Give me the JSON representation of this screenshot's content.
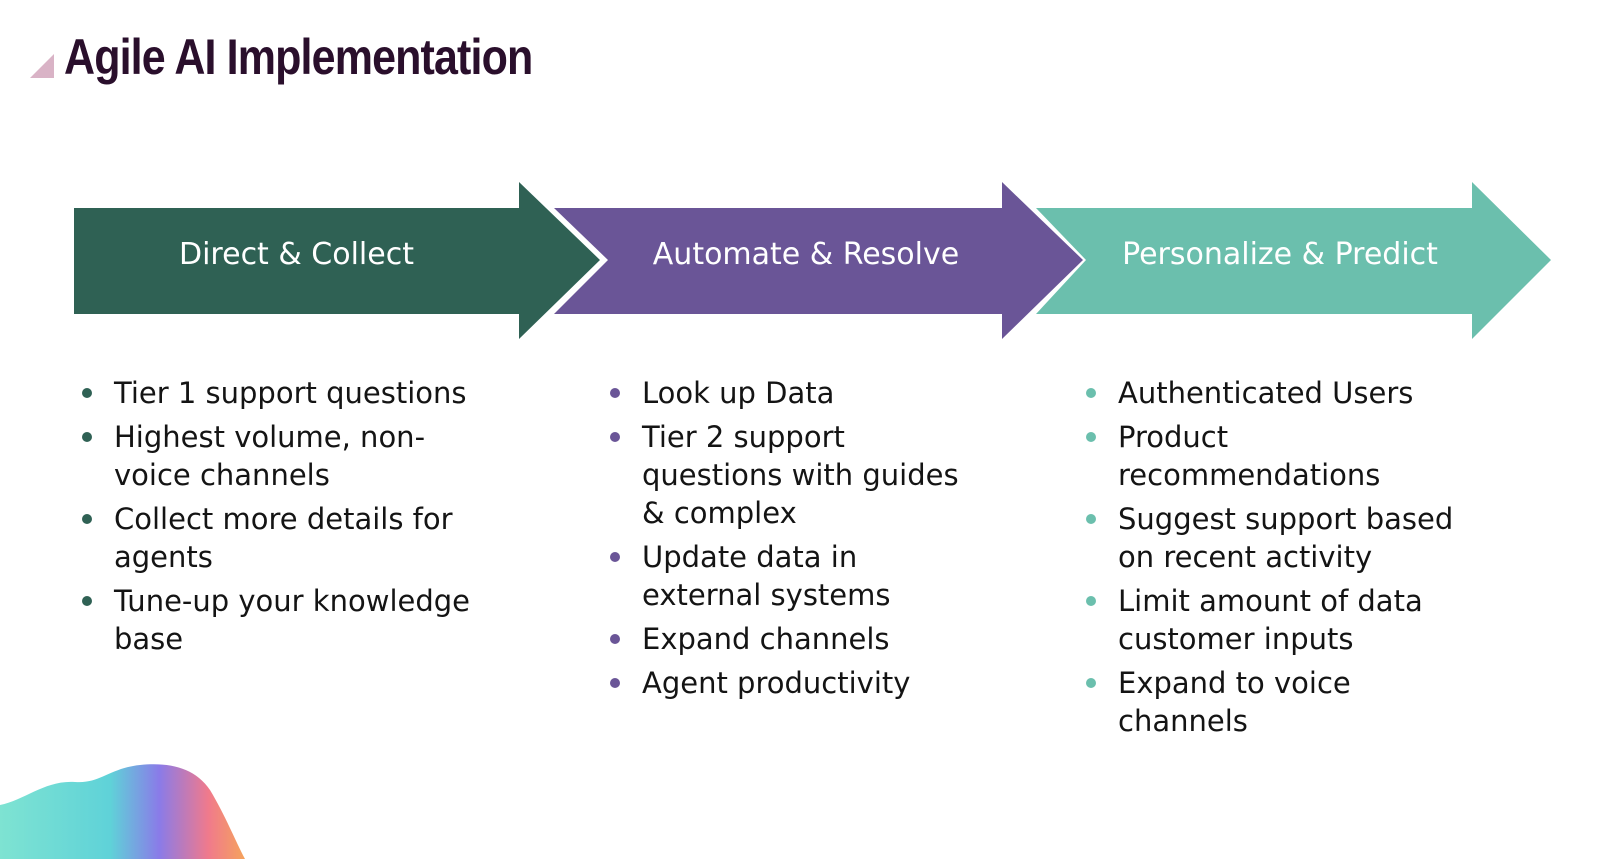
{
  "title": "Agile AI Implementation",
  "colors": {
    "title": "#2a0f2c",
    "title_mark": "#d9b3c6",
    "stage1": "#2f6154",
    "stage2": "#6a5597",
    "stage3": "#6bbfad"
  },
  "stages": [
    {
      "label": "Direct & Collect",
      "items": [
        "Tier 1 support questions",
        "Highest volume, non-\nvoice channels",
        "Collect more details for\nagents",
        "Tune-up your knowledge\nbase"
      ]
    },
    {
      "label": "Automate & Resolve",
      "items": [
        "Look up Data",
        "Tier 2 support\nquestions with guides\n& complex",
        "Update data in\nexternal systems",
        "Expand channels",
        "Agent productivity"
      ]
    },
    {
      "label": "Personalize & Predict",
      "items": [
        "Authenticated Users",
        "Product\nrecommendations",
        "Suggest support based\non recent activity",
        "Limit amount of data\ncustomer inputs",
        "Expand to voice\nchannels"
      ]
    }
  ]
}
